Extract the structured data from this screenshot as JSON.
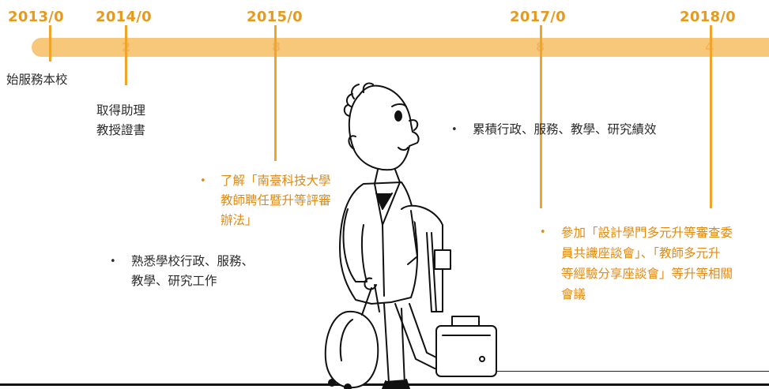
{
  "timeline": {
    "years": [
      "2013/0",
      "2014/0",
      "2015/0",
      "2017/0",
      "2018/0"
    ],
    "tick_hints": [
      "2",
      "8",
      "8",
      "4"
    ],
    "colors": {
      "year": "#e59a1e",
      "bar": "#f8c87a",
      "tick": "#f0a52a",
      "highlight": "#e08a12"
    }
  },
  "events": {
    "e2013": "始服務本校",
    "e2014": [
      "取得助理",
      "教授證書"
    ],
    "e2015": [
      "了解「南臺科技大學",
      "教師聘任暨升等評審",
      "辦法」"
    ],
    "e2017": [
      "累積行政、服務、教學、研究績效"
    ],
    "e2018": [
      "參加「設計學門多元升等審查委",
      "員共識座談會」、「教師多元升",
      "等經驗分享座談會」等升等相關",
      "會議"
    ],
    "extra": [
      "熟悉學校行政、服務、",
      "教學、研究工作"
    ]
  },
  "bullet_symbol": "•",
  "illustration": {
    "icon": "traveler-with-luggage"
  }
}
